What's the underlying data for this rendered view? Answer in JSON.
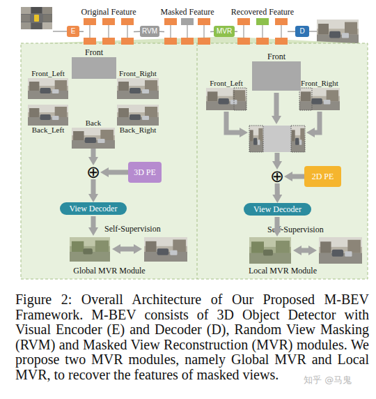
{
  "diagram": {
    "caption": "Figure 2: Overall Architecture of Our Proposed M-BEV Framework. M-BEV consists of 3D Object Detector with Visual Encoder (E) and Decoder (D), Random View Masking (RVM) and Masked View Reconstruction (MVR) modules. We propose two MVR modules, namely Global MVR and Local MVR, to recover the features of masked views.",
    "nodes": [
      {
        "text": [
          "E"
        ]
      },
      {
        "text": [
          "Original Feature"
        ]
      },
      {
        "text": [
          "RVM"
        ]
      },
      {
        "text": [
          "Masked Feature"
        ]
      },
      {
        "text": [
          "MVR"
        ]
      },
      {
        "text": [
          "Recovered Feature"
        ]
      },
      {
        "text": [
          "D"
        ]
      },
      {
        "text": [
          "Global MVR Module"
        ]
      },
      {
        "text": [
          "Front"
        ],
        "in": 7
      },
      {
        "text": [
          "Front_Left"
        ],
        "in": 7
      },
      {
        "text": [
          "Front_Right"
        ],
        "in": 7
      },
      {
        "text": [
          "Back_Left"
        ],
        "in": 7
      },
      {
        "text": [
          "Back"
        ],
        "in": 7
      },
      {
        "text": [
          "Back_Right"
        ],
        "in": 7
      },
      {
        "text": [
          "⊕"
        ],
        "in": 7
      },
      {
        "text": [
          "3D PE"
        ],
        "in": 7
      },
      {
        "text": [
          "View Decoder"
        ],
        "in": 7
      },
      {
        "text": [
          "Local MVR Module"
        ]
      },
      {
        "text": [
          "Front"
        ],
        "in": 17
      },
      {
        "text": [
          "Front_Left"
        ],
        "in": 17
      },
      {
        "text": [
          "Front_Right"
        ],
        "in": 17
      },
      {
        "text": [
          "⊕"
        ],
        "in": 17
      },
      {
        "text": [
          "2D PE"
        ],
        "in": 17
      },
      {
        "text": [
          "View Decoder"
        ],
        "in": 17
      }
    ],
    "edges": [
      {
        "from": 0,
        "to": 1,
        "arrow": "none"
      },
      {
        "from": 1,
        "to": 2,
        "arrow": "none"
      },
      {
        "from": 2,
        "to": 3,
        "arrow": "none"
      },
      {
        "from": 3,
        "to": 4,
        "arrow": "none"
      },
      {
        "from": 4,
        "to": 5,
        "arrow": "none"
      },
      {
        "from": 5,
        "to": 6,
        "arrow": "none"
      },
      {
        "from": 12,
        "to": 14,
        "arrow": "to"
      },
      {
        "from": 15,
        "to": 14,
        "arrow": "to"
      },
      {
        "from": 14,
        "to": 16,
        "arrow": "to"
      },
      {
        "from": 22,
        "to": 21,
        "arrow": "to"
      },
      {
        "from": 21,
        "to": 23,
        "arrow": "to"
      }
    ],
    "labels": [
      "Self-Supervision",
      "Self-Supervision",
      "知乎 @马鬼"
    ]
  }
}
